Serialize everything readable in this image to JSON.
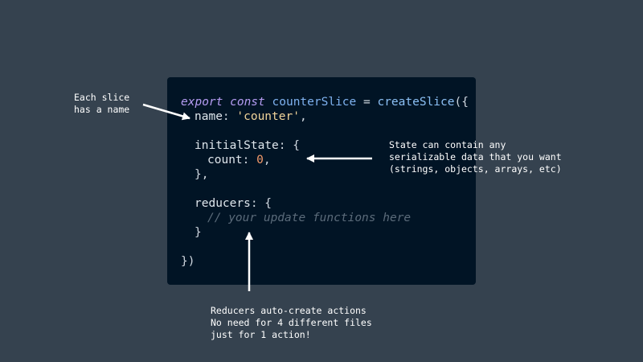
{
  "code": {
    "l1_kw": "export const",
    "l1_name": "counterSlice",
    "l1_eq": " = ",
    "l1_func": "createSlice",
    "l1_open": "({",
    "l2_key": "name",
    "l2_colon": ": ",
    "l2_val": "'counter'",
    "l2_comma": ",",
    "l4_key": "initialState",
    "l4_rest": ": {",
    "l5_key": "count",
    "l5_colon": ": ",
    "l5_val": "0",
    "l5_comma": ",",
    "l6": "},",
    "l8_key": "reducers",
    "l8_rest": ": {",
    "l9_comment": "// your update functions here",
    "l10": "}",
    "l12": "})"
  },
  "annotations": {
    "slice_name": "Each slice\nhas a name",
    "state": "State can contain any\nserializable data that you want\n(strings, objects, arrays, etc)",
    "reducers": "Reducers auto-create actions\nNo need for 4 different files\njust for 1 action!"
  },
  "colors": {
    "background": "#35424f",
    "code_panel": "#011425",
    "keyword": "#b59cf2",
    "identifier": "#7fb2f0",
    "string": "#f1d49a",
    "number": "#f39a6a",
    "comment": "#5b6b7a",
    "arrow": "#ffffff"
  }
}
